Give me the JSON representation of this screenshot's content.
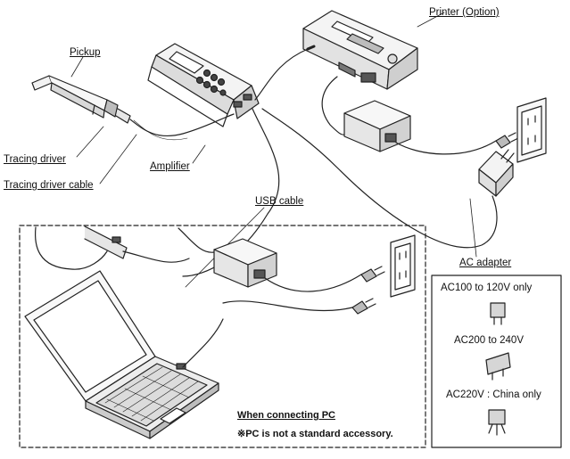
{
  "labels": {
    "printer": "Printer (Option)",
    "pickup": "Pickup",
    "tracing_driver": "Tracing driver",
    "tracing_driver_cable": "Tracing driver cable",
    "amplifier": "Amplifier",
    "usb_cable": "USB cable",
    "ac_adapter": "AC adapter"
  },
  "plug_types": [
    {
      "label": "AC100 to 120V only"
    },
    {
      "label": "AC200 to 240V"
    },
    {
      "label": "AC220V : China only"
    }
  ],
  "pc_section": {
    "heading": "When connecting PC",
    "note": "※PC is not a standard accessory."
  },
  "colors": {
    "line": "#222222",
    "fill_light": "#f2f2f2",
    "fill_mid": "#d9d9d9",
    "fill_dark": "#555555"
  }
}
